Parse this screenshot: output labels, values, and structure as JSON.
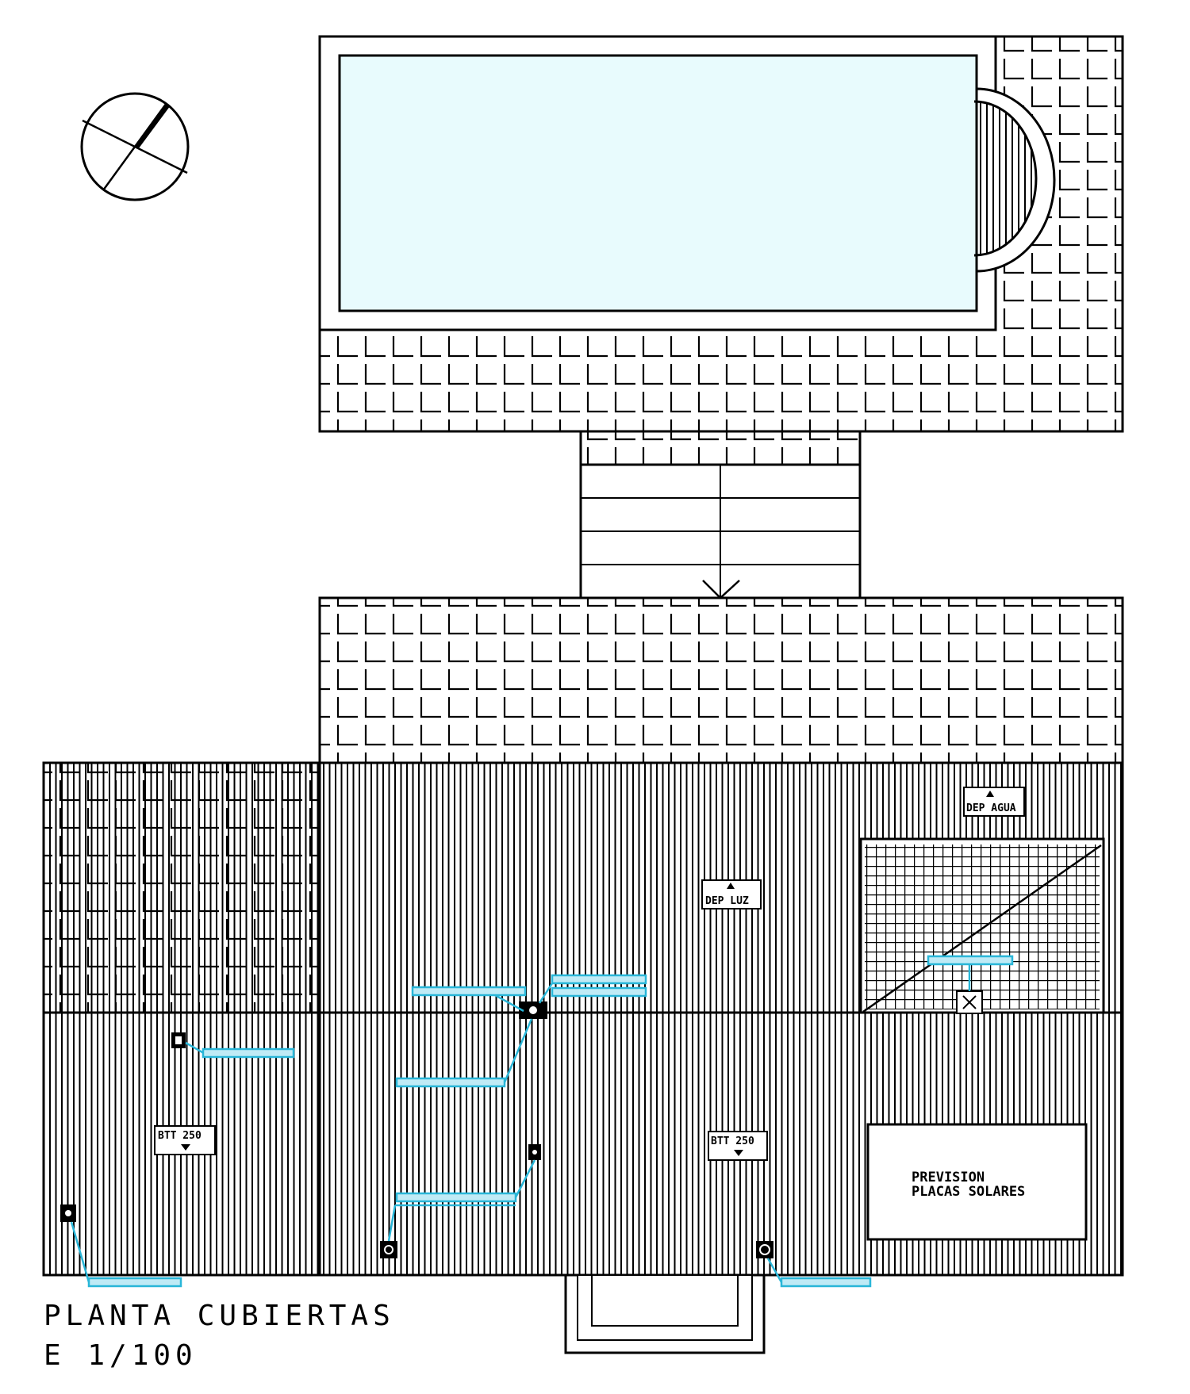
{
  "title": "PLANTA CUBIERTAS",
  "scale": "E 1/100",
  "labels": {
    "solar_panels_line1": "PREVISION",
    "solar_panels_line2": "PLACAS SOLARES",
    "tag_dep_luz": "DEP LUZ",
    "tag_dep_agua": "DEP AGUA",
    "tag_btt_left": "BTT 250",
    "tag_btt_right": "BTT 250"
  },
  "colors": {
    "line": "#000000",
    "pool_water": "#e8fbfd",
    "annotation": "#29b6d8"
  },
  "icons": [
    "north-arrow-icon",
    "drain-icon"
  ]
}
